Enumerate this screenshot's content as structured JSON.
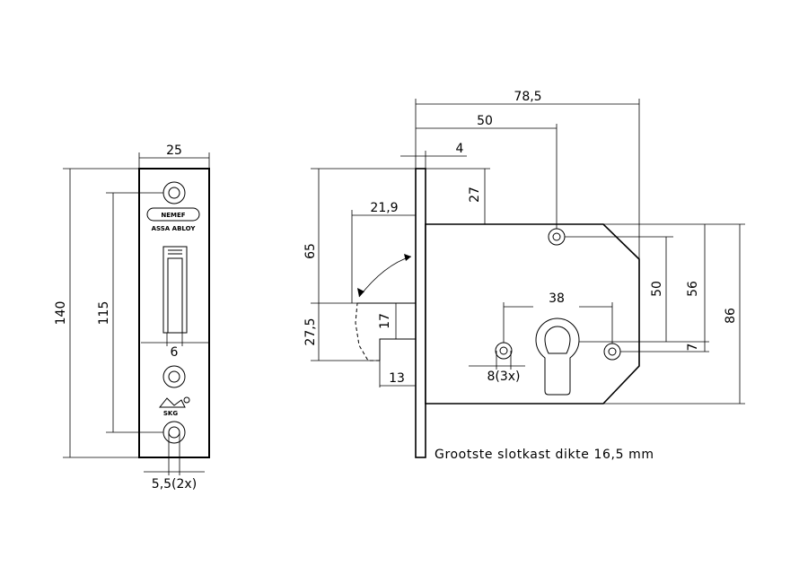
{
  "faceplate": {
    "width": "25",
    "height": "140",
    "hole_spacing": "115",
    "latch_width": "6",
    "hole_diameter": "5,5(2x)",
    "logo_brand": "NEMEF",
    "logo_group": "ASSA ABLOY",
    "mark": "SKG"
  },
  "side_view": {
    "total_depth": "78,5",
    "backset": "50",
    "plate_thickness": "4",
    "top_to_hole": "27",
    "latch_reach": "21,9",
    "top_to_latch": "65",
    "latch_to_bottom": "27,5",
    "latch_height": "17",
    "latch_depth": "13",
    "cylinder_spacing": "38",
    "hole_dia": "8(3x)",
    "hole_to_cylinder": "50",
    "cylinder_to_bottom_hole": "7",
    "case_upper": "56",
    "case_height": "86",
    "note": "Grootste slotkast dikte 16,5 mm"
  }
}
